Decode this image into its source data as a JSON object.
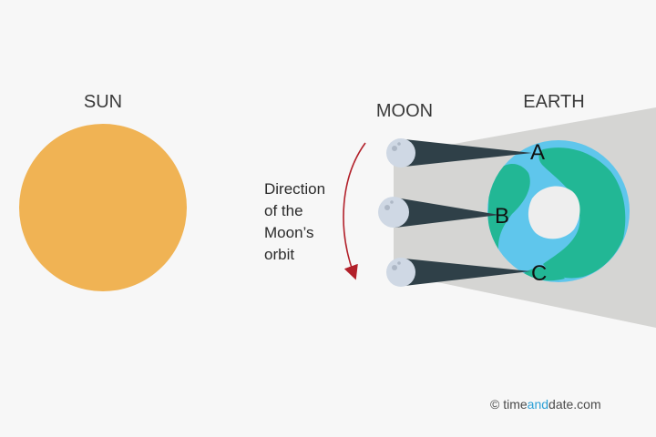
{
  "labels": {
    "sun": "SUN",
    "moon": "MOON",
    "earth": "EARTH",
    "orbit_line_1": "Direction",
    "orbit_line_2": "of the",
    "orbit_line_3": "Moon’s",
    "orbit_line_4": "orbit"
  },
  "positions": {
    "a": "A",
    "b": "B",
    "c": "C"
  },
  "credit": {
    "symbol": "©",
    "brand_start": "time",
    "brand_middle": "and",
    "brand_end": "date",
    "brand_domain": ".com"
  },
  "colors": {
    "sun": "#f0b354",
    "moon": "#cfd8e4",
    "umbra": "#2f4048",
    "penumbra": "#d5d5d3",
    "ocean": "#5fc6ec",
    "land": "#22b795",
    "ice": "#eeeeee",
    "orbit_arrow": "#b2202a",
    "brand_accent": "#2a9fd6"
  }
}
